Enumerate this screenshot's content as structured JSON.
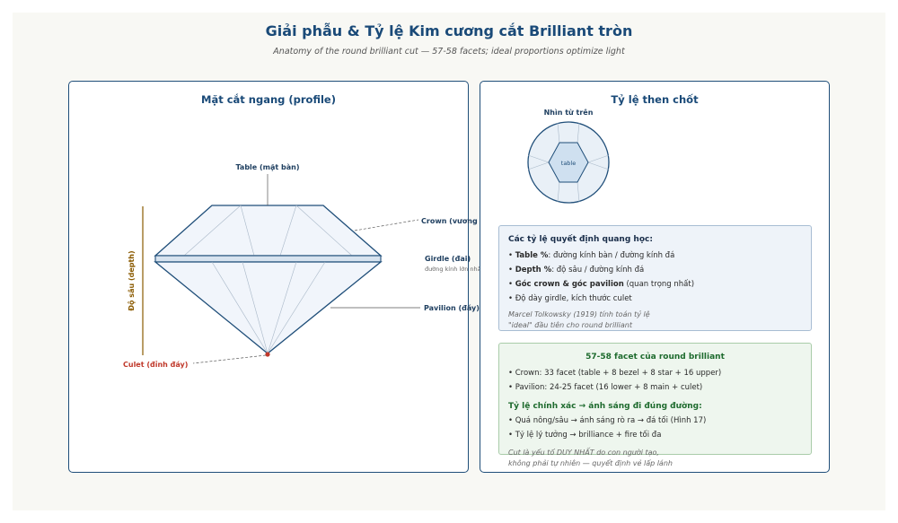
{
  "header": {
    "title": "Giải phẫu & Tỷ lệ Kim cương cắt Brilliant tròn",
    "subtitle": "Anatomy of the round brilliant cut — 57-58 facets; ideal proportions optimize light"
  },
  "left_panel": {
    "title": "Mặt cắt ngang (profile)",
    "labels": {
      "table": "Table (mặt bàn)",
      "crown": "Crown (vương miện)",
      "girdle": "Girdle (đai)",
      "girdle_sub": "đường kính lớn nhất",
      "pavilion": "Pavilion (đáy)",
      "culet": "Culet (đỉnh đáy)",
      "depth": "Độ sâu (depth)"
    }
  },
  "right_panel": {
    "title": "Tỷ lệ then chốt",
    "top_view_title": "Nhìn từ trên",
    "top_view_table": "table",
    "optics_box": {
      "heading": "Các tỷ lệ quyết định quang học:",
      "items": [
        {
          "bold": "Table %",
          "rest": ": đường kính bàn / đường kính đá"
        },
        {
          "bold": "Depth %",
          "rest": ": độ sâu / đường kính đá"
        },
        {
          "bold": "Góc crown & góc pavilion",
          "rest": " (quan trọng nhất)"
        },
        {
          "bold": "",
          "rest": "Độ dày girdle, kích thước culet"
        }
      ],
      "note_1": "Marcel Tolkowsky (1919) tính toán tỷ lệ",
      "note_2": "\"ideal\" đầu tiên cho round brilliant"
    },
    "facets_box": {
      "heading": "57-58 facet của round brilliant",
      "items": [
        "Crown: 33 facet (table + 8 bezel + 8 star + 16 upper)",
        "Pavilion: 24-25 facet (16 lower + 8 main + culet)"
      ],
      "sub_heading": "Tỷ lệ chính xác → ánh sáng đi đúng đường:",
      "sub_items": [
        "Quá nông/sâu → ánh sáng rò ra → đá tối (Hình 17)",
        "Tỷ lệ lý tưởng → brilliance + fire tối đa"
      ],
      "note_1": "Cut là yếu tố DUY NHẤT do con người tạo,",
      "note_2": "không phải tự nhiên — quyết định vẻ lấp lánh"
    }
  },
  "colors": {
    "navy": "#1f4e79",
    "culet_red": "#c0392b",
    "depth_brown": "#8a5a00",
    "facet_green": "#1e6b2e"
  }
}
